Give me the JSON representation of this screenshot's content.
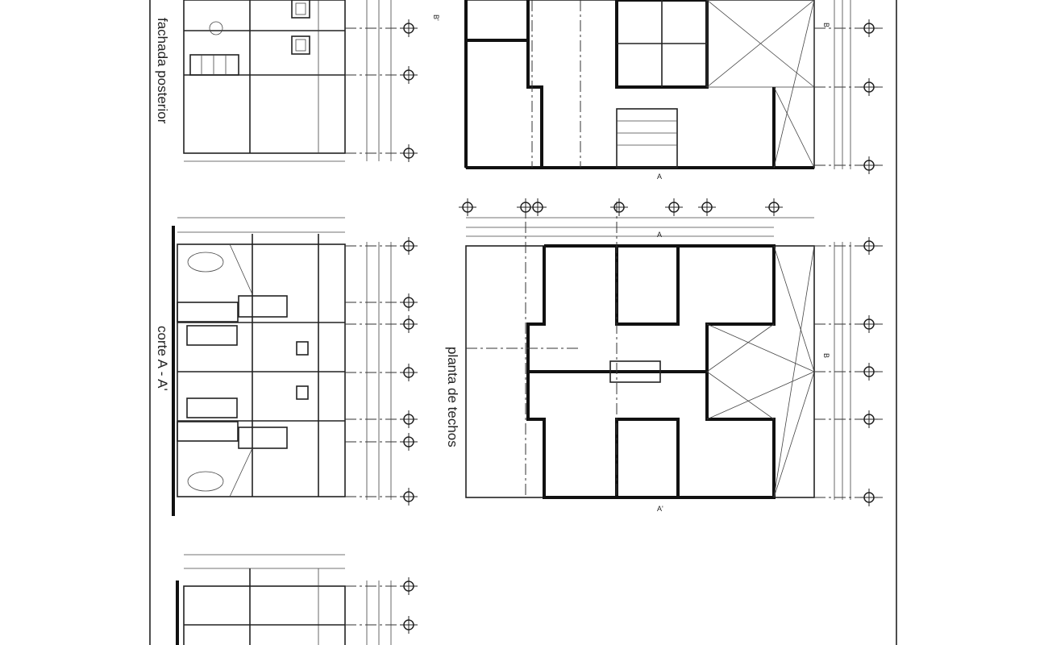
{
  "drawings": {
    "rear_facade": {
      "title": "fachada posterior"
    },
    "section": {
      "title": "corte A - A'"
    },
    "roof_plan": {
      "title": "planta de techos"
    },
    "section_marks": {
      "a": "A",
      "a_prime": "A'",
      "b": "B",
      "b_prime": "B'"
    }
  },
  "colors": {
    "line": "#111111",
    "background": "#ffffff"
  }
}
